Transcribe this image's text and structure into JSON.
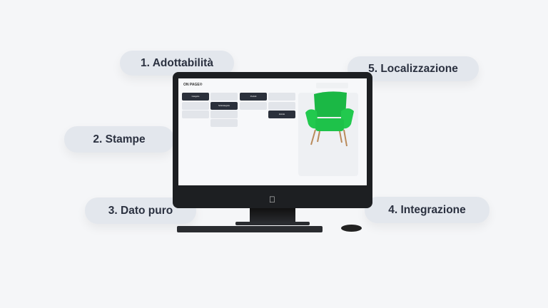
{
  "labels": [
    "1. Adottabilità",
    "2. Stampe",
    "3. Dato puro",
    "4. Integrazione",
    "5. Localizzazione"
  ],
  "screen": {
    "logo": "ON PAGE®",
    "buttons": {
      "categorie": "Categorie",
      "sottocategorie": "Sottocategorie",
      "prodotti": "Prodotti",
      "articolo": "Articolo"
    }
  },
  "colors": {
    "chair": "#1ec24a",
    "dark_button": "#2b303b",
    "pill": "#e3e7ed"
  }
}
